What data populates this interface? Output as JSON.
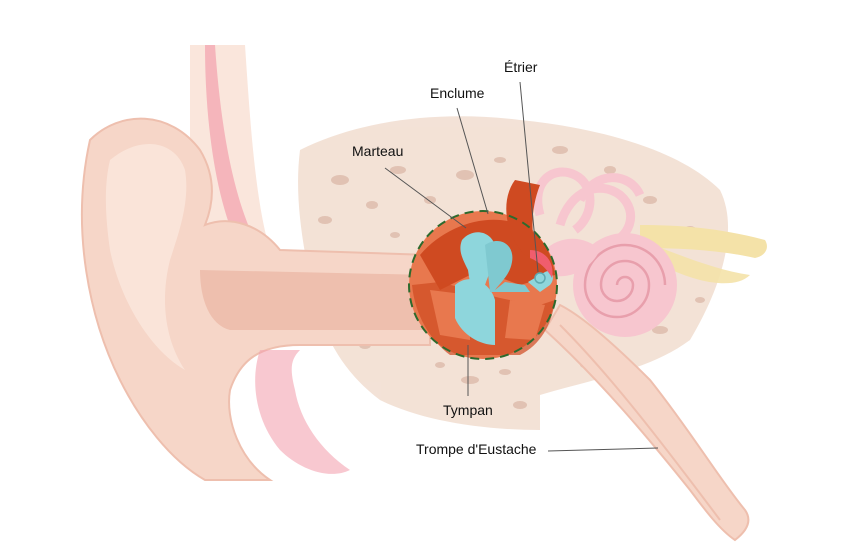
{
  "labels": {
    "marteau": "Marteau",
    "enclume": "Enclume",
    "etrier": "Étrier",
    "tympan": "Tympan",
    "trompe": "Trompe d'Eustache"
  },
  "colors": {
    "skin": "#f6d6c8",
    "skin_dark": "#eebfae",
    "skin_light": "#fae6dc",
    "pink_vessel": "#f3a4b0",
    "bone": "#f1ddd0",
    "bone_speck": "#dcb8a6",
    "cavity": "#cf4a21",
    "cavity_light": "#e8784e",
    "ossicle": "#8ed6dc",
    "stapes": "#f05d6d",
    "cochlea": "#f7c6cf",
    "cochlea_line": "#e89fac",
    "nerve": "#f4e2a8",
    "circle_dash": "#2d6a2d",
    "leader": "#555555"
  },
  "icons": [
    "outer-ear-icon",
    "middle-ear-icon",
    "inner-ear-icon"
  ]
}
